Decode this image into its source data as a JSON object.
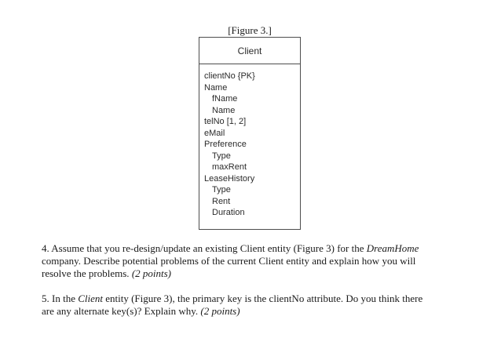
{
  "figure": {
    "caption": "[Figure 3.]",
    "entity": {
      "title": "Client",
      "attributes": [
        {
          "label": "clientNo {PK}",
          "indent": 0
        },
        {
          "label": "Name",
          "indent": 0
        },
        {
          "label": "fName",
          "indent": 1
        },
        {
          "label": "Name",
          "indent": 1
        },
        {
          "label": "telNo [1, 2]",
          "indent": 0
        },
        {
          "label": "eMail",
          "indent": 0
        },
        {
          "label": "Preference",
          "indent": 0
        },
        {
          "label": "Type",
          "indent": 1
        },
        {
          "label": "maxRent",
          "indent": 1
        },
        {
          "label": "LeaseHistory",
          "indent": 0
        },
        {
          "label": "Type",
          "indent": 1
        },
        {
          "label": "Rent",
          "indent": 1
        },
        {
          "label": "Duration",
          "indent": 1
        }
      ]
    }
  },
  "questions": [
    {
      "id": "q4",
      "lines": [
        [
          {
            "t": "4. Assume that you re-design/update an existing Client entity (Figure 3) for the ",
            "i": false
          },
          {
            "t": "DreamHome",
            "i": true
          }
        ],
        [
          {
            "t": "company. Describe potential problems of the current Client entity and explain how you will",
            "i": false
          }
        ],
        [
          {
            "t": "resolve the problems. ",
            "i": false
          },
          {
            "t": "(2 points)",
            "i": true
          }
        ]
      ]
    },
    {
      "id": "q5",
      "lines": [
        [
          {
            "t": "5. In the ",
            "i": false
          },
          {
            "t": "Client",
            "i": true
          },
          {
            "t": " entity (Figure 3), the primary key is the clientNo attribute. Do you think there",
            "i": false
          }
        ],
        [
          {
            "t": "are any alternate key(s)? Explain why. ",
            "i": false
          },
          {
            "t": "(2 points)",
            "i": true
          }
        ]
      ]
    }
  ],
  "colors": {
    "text": "#1a1a1a",
    "entity_text": "#2b2b2b",
    "border": "#4d4d4d",
    "background": "#ffffff"
  }
}
